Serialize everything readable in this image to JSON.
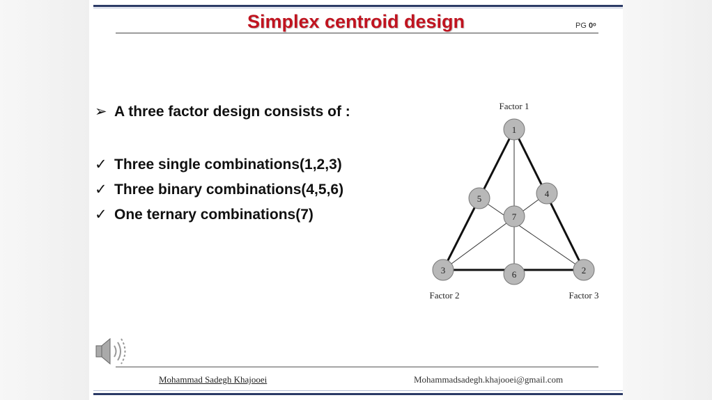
{
  "slide": {
    "title": "Simplex centroid design",
    "page_label": "PG",
    "page_number": "0ᵒ"
  },
  "bullets": [
    {
      "mark": "➢",
      "text": "A three factor design consists of :"
    },
    {
      "mark": "✓",
      "text": "Three single combinations(1,2,3)"
    },
    {
      "mark": "✓",
      "text": "Three binary combinations(4,5,6)"
    },
    {
      "mark": "✓",
      "text": "One ternary combinations(7)"
    }
  ],
  "diagram": {
    "labels": {
      "factor1": "Factor 1",
      "factor2": "Factor 2",
      "factor3": "Factor 3"
    },
    "nodes": [
      "1",
      "2",
      "3",
      "4",
      "5",
      "6",
      "7"
    ]
  },
  "footer": {
    "author": "Mohammad  Sadegh  Khajooei",
    "email": "Mohammadsadegh.khajooei@gmail.com"
  },
  "icons": {
    "speaker": "speaker-icon"
  },
  "colors": {
    "title": "#c0131f",
    "bar": "#2b3a66",
    "node_fill": "#b8b8b8"
  }
}
